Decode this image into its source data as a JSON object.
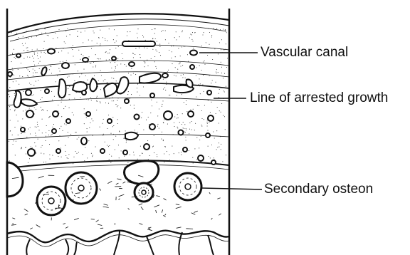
{
  "figure": {
    "labels": {
      "vascular_canal": "Vascular canal",
      "line_of_arrested_growth": "Line of arrested growth",
      "secondary_osteon": "Secondary osteon"
    }
  },
  "colors": {
    "ink": "#111111",
    "paper": "#ffffff",
    "stipple": "#333333"
  }
}
